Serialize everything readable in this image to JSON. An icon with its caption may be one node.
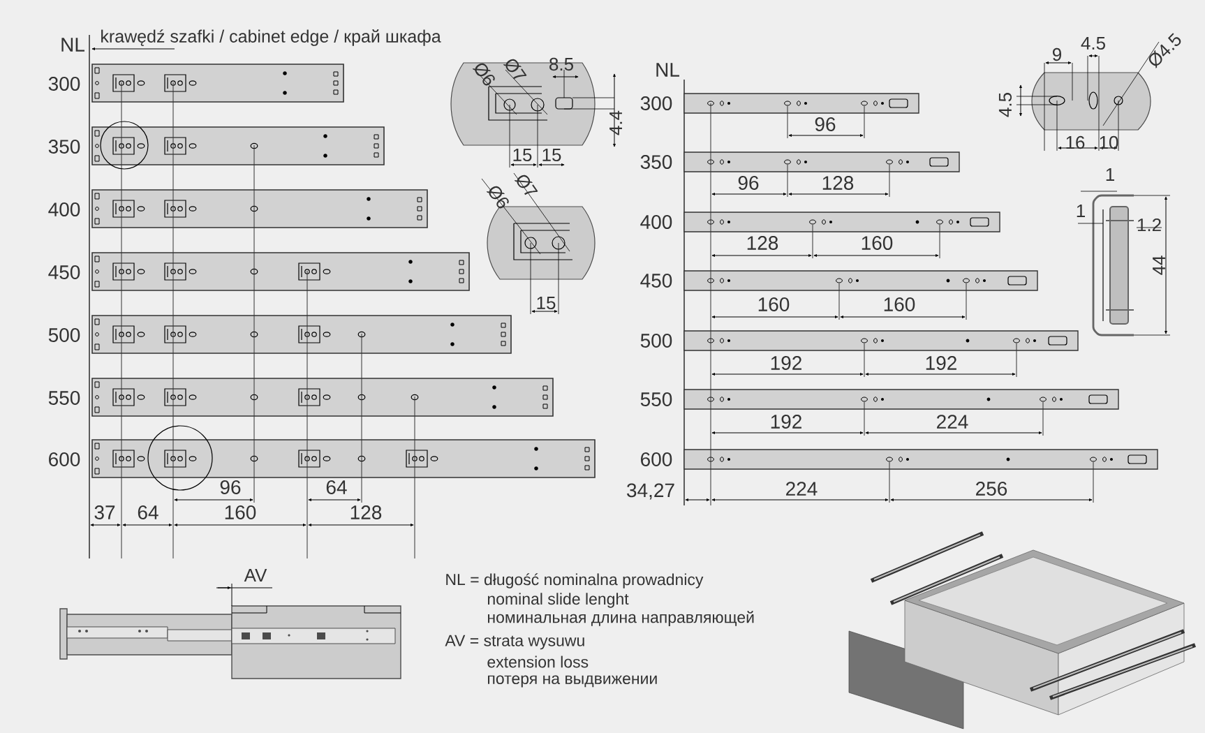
{
  "diagram": {
    "labels": [
      "NL",
      "krawędź szafki / cabinet edge / край шкафа",
      "300",
      "350",
      "400",
      "450",
      "500",
      "550",
      "600",
      "96",
      "64",
      "37",
      "64",
      "160",
      "128",
      "Ø6",
      "Ø7",
      "8.5",
      "4.4",
      "15",
      "15",
      "Ø6",
      "Ø7",
      "15",
      "NL",
      "300",
      "350",
      "400",
      "450",
      "500",
      "550",
      "600",
      "96",
      "96",
      "128",
      "128",
      "160",
      "160",
      "160",
      "192",
      "192",
      "192",
      "224",
      "34,27",
      "224",
      "256",
      "9",
      "4.5",
      "Ø4.5",
      "4.5",
      "16",
      "10",
      "1",
      "1",
      "1.2",
      "44",
      "AV",
      "NL = długość nominalna prowadnicy",
      "nominal slide lenght",
      "номинальная длина направляющей",
      "AV = strata wysuwu",
      "extension loss",
      "потеря на выдвижении"
    ]
  }
}
